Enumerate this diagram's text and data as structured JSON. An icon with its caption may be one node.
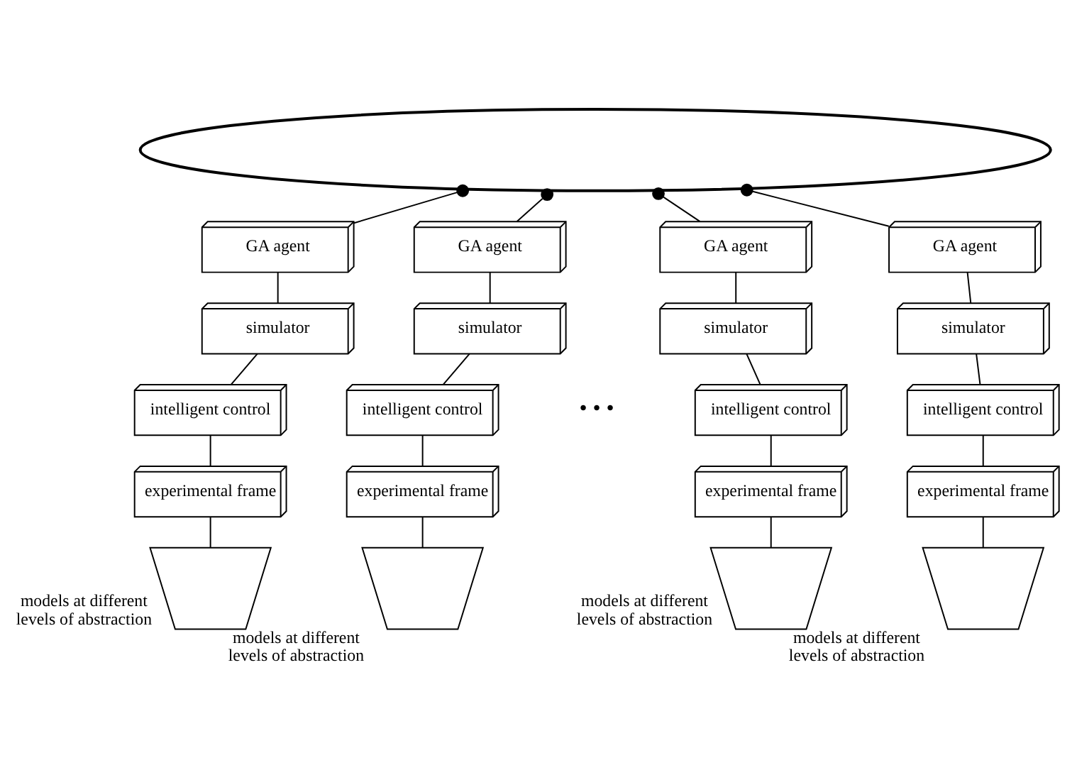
{
  "diagram": {
    "nodes": [
      {
        "text": [],
        "shape": "ellipse"
      },
      {
        "text": [
          "GA agent"
        ]
      },
      {
        "text": [
          "simulator"
        ]
      },
      {
        "text": [
          "intelligent control"
        ]
      },
      {
        "text": [
          "experimental frame"
        ]
      },
      {
        "text": [],
        "shape": "trapezoid",
        "beside": [
          "models at different levels of abstraction"
        ]
      },
      {
        "text": [
          "GA agent"
        ]
      },
      {
        "text": [
          "simulator"
        ]
      },
      {
        "text": [
          "intelligent control"
        ]
      },
      {
        "text": [
          "experimental frame"
        ]
      },
      {
        "text": [],
        "shape": "trapezoid",
        "beside": [
          "models at different levels of abstraction"
        ]
      },
      {
        "text": [
          "GA agent"
        ]
      },
      {
        "text": [
          "simulator"
        ]
      },
      {
        "text": [
          "intelligent control"
        ]
      },
      {
        "text": [
          "experimental frame"
        ]
      },
      {
        "text": [],
        "shape": "trapezoid",
        "beside": [
          "models at different levels of abstraction"
        ]
      },
      {
        "text": [
          "GA agent"
        ]
      },
      {
        "text": [
          "simulator"
        ]
      },
      {
        "text": [
          "intelligent control"
        ]
      },
      {
        "text": [
          "experimental frame"
        ]
      },
      {
        "text": [],
        "shape": "trapezoid",
        "beside": [
          "models at different levels of abstraction"
        ]
      }
    ],
    "edges": [
      {
        "from": 0,
        "to": 1,
        "arrow": "other"
      },
      {
        "from": 1,
        "to": 2,
        "arrow": "none"
      },
      {
        "from": 2,
        "to": 3,
        "arrow": "none"
      },
      {
        "from": 3,
        "to": 4,
        "arrow": "none"
      },
      {
        "from": 4,
        "to": 5,
        "arrow": "none"
      },
      {
        "from": 0,
        "to": 6,
        "arrow": "other"
      },
      {
        "from": 6,
        "to": 7,
        "arrow": "none"
      },
      {
        "from": 7,
        "to": 8,
        "arrow": "none"
      },
      {
        "from": 8,
        "to": 9,
        "arrow": "none"
      },
      {
        "from": 9,
        "to": 10,
        "arrow": "none"
      },
      {
        "from": 0,
        "to": 11,
        "arrow": "other"
      },
      {
        "from": 11,
        "to": 12,
        "arrow": "none"
      },
      {
        "from": 12,
        "to": 13,
        "arrow": "none"
      },
      {
        "from": 13,
        "to": 14,
        "arrow": "none"
      },
      {
        "from": 14,
        "to": 15,
        "arrow": "none"
      },
      {
        "from": 0,
        "to": 16,
        "arrow": "other"
      },
      {
        "from": 16,
        "to": 17,
        "arrow": "none"
      },
      {
        "from": 17,
        "to": 18,
        "arrow": "none"
      },
      {
        "from": 18,
        "to": 19,
        "arrow": "none"
      },
      {
        "from": 19,
        "to": 20,
        "arrow": "none"
      }
    ],
    "labels": [
      "• • •"
    ]
  }
}
